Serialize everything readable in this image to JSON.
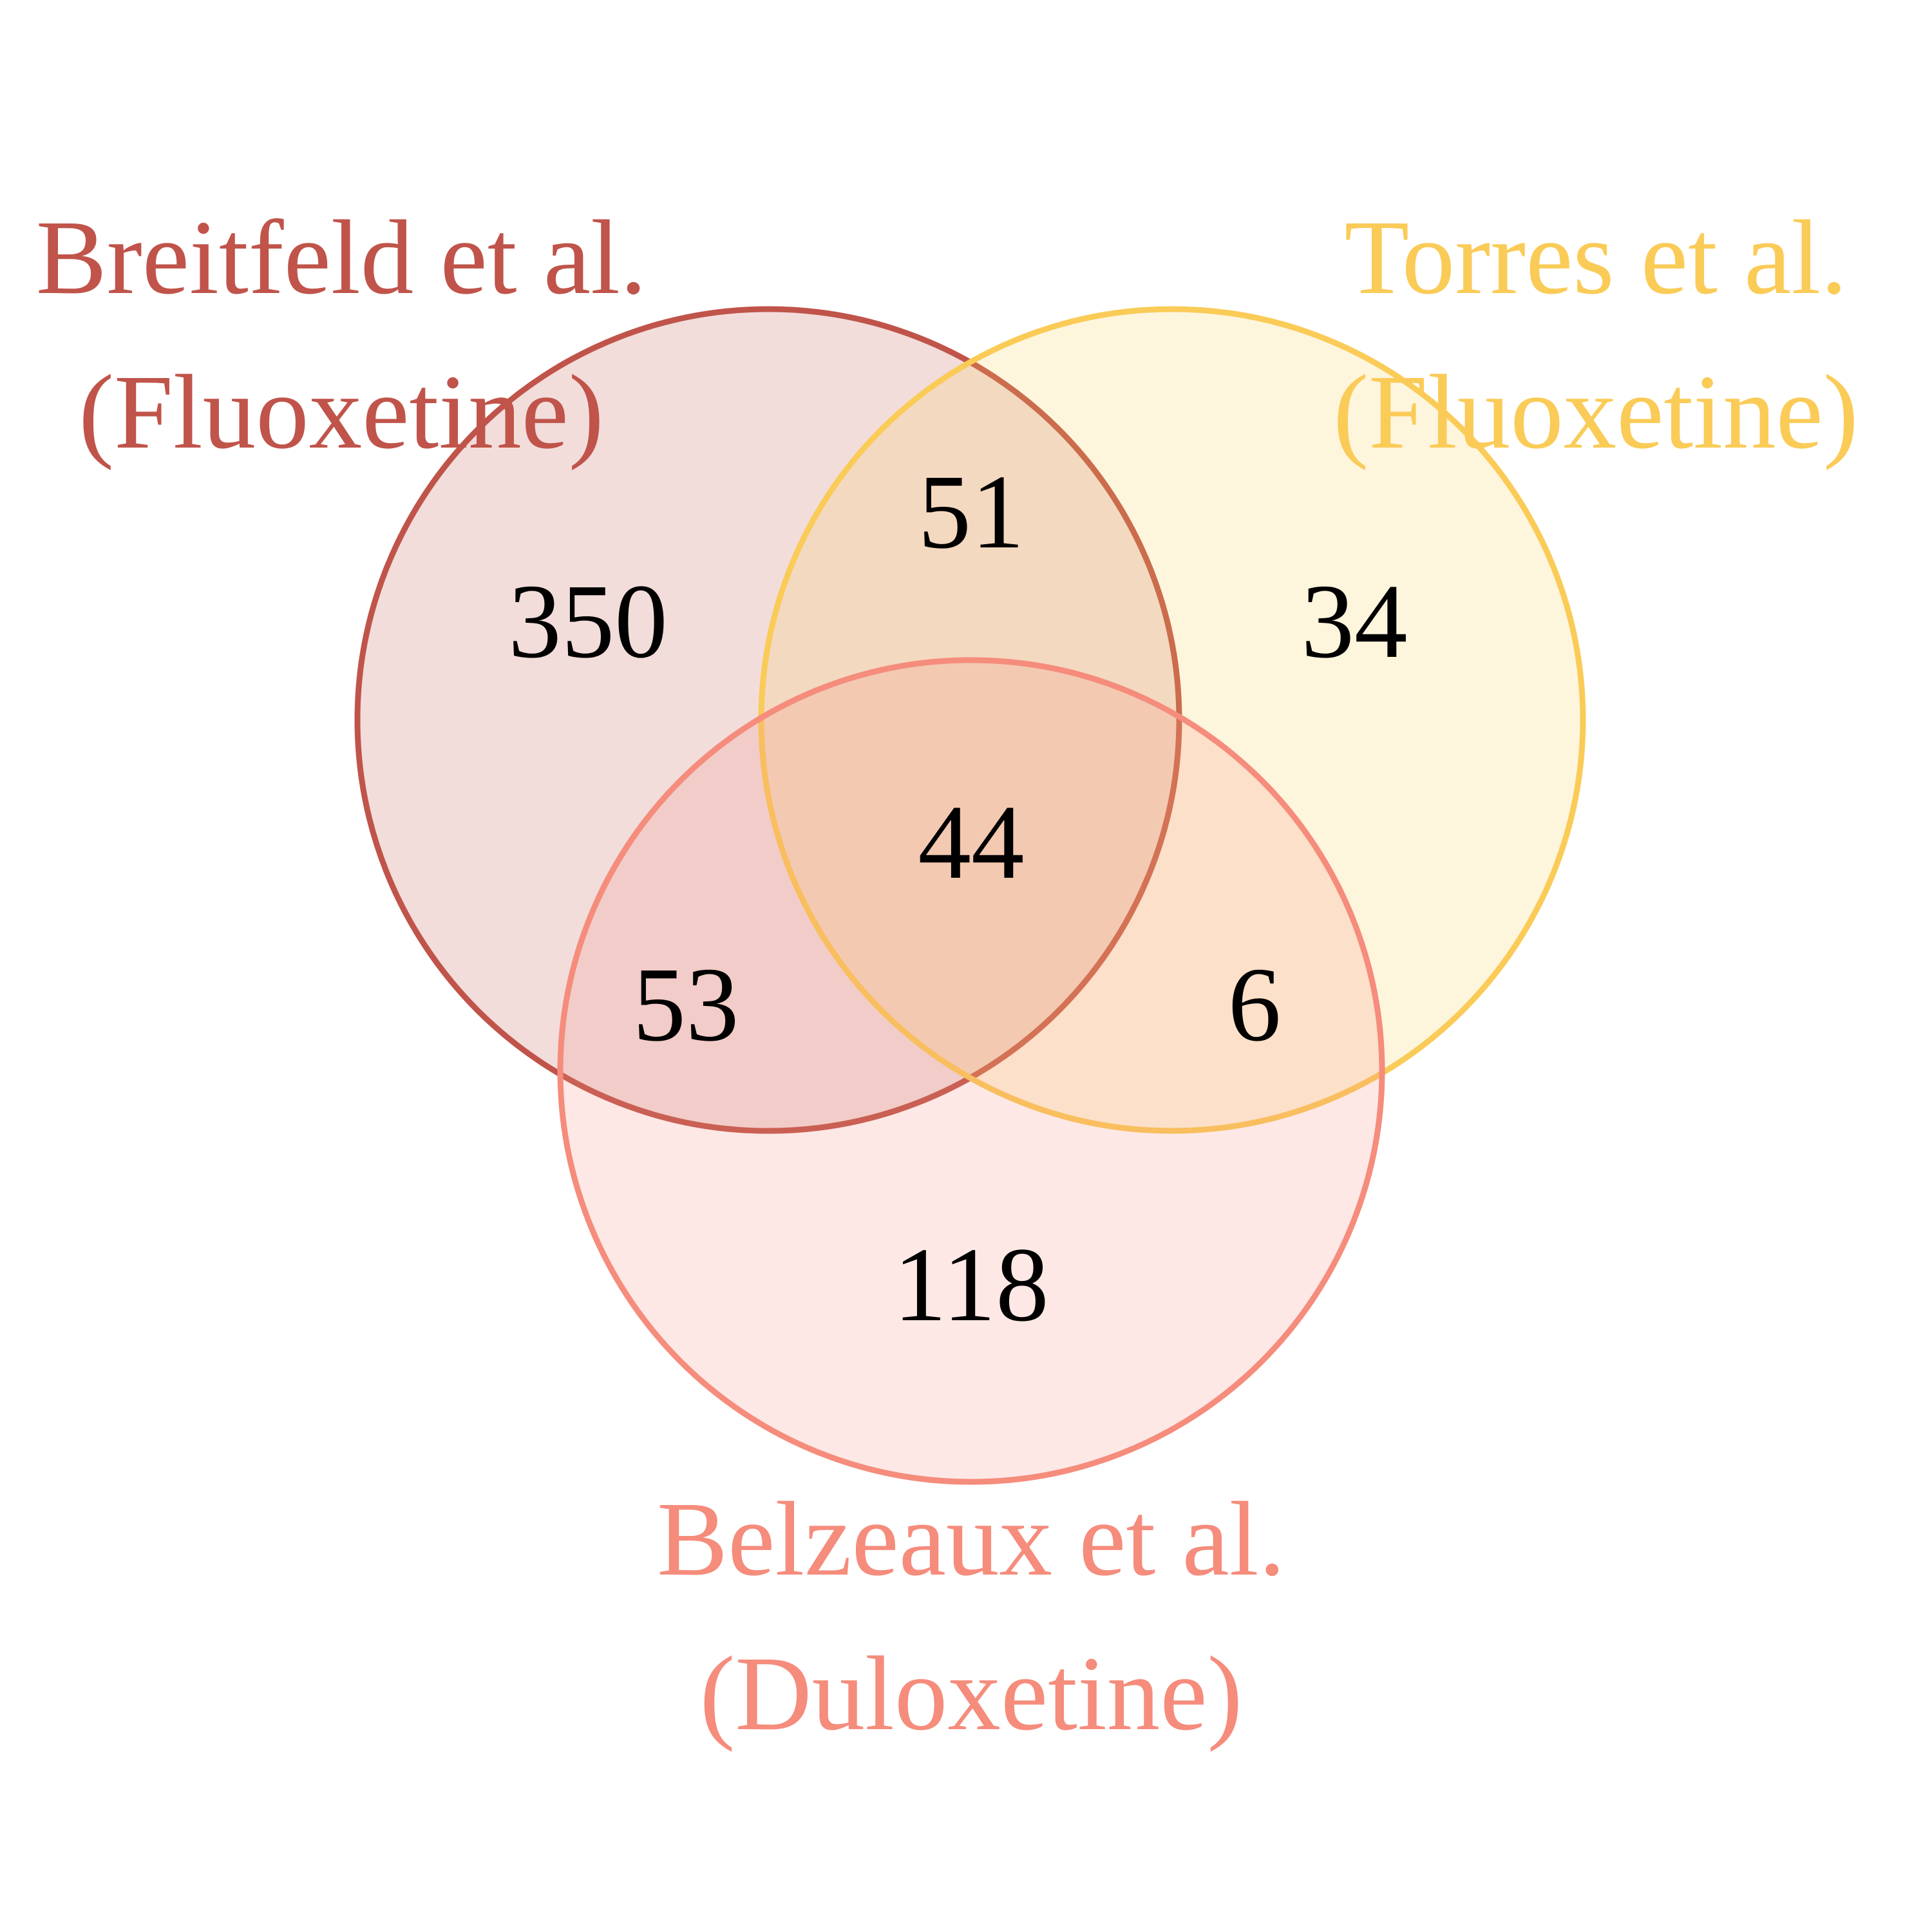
{
  "sets": [
    {
      "id": "breitfeld",
      "label_line1": "Breitfeld et al.",
      "label_line2": "(Fluoxetine)",
      "color": "#C0544A",
      "fill": "#F0DCDB"
    },
    {
      "id": "torres",
      "label_line1": "Torres et al.",
      "label_line2": "(Fluoxetine)",
      "color": "#FACB57",
      "fill": "#FEF4DD"
    },
    {
      "id": "belzeaux",
      "label_line1": "Belzeaux et al.",
      "label_line2": "(Duloxetine)",
      "color": "#F58C7C",
      "fill": "#FCE6E2"
    }
  ],
  "regions": {
    "breitfeld_only": "350",
    "torres_only": "34",
    "belzeaux_only": "118",
    "breitfeld_torres": "51",
    "breitfeld_belzeaux": "53",
    "torres_belzeaux": "6",
    "all_three": "44"
  }
}
